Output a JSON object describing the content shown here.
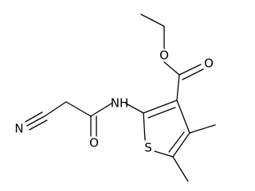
{
  "molecule": {
    "name": "",
    "atoms": {
      "o_ether": "O",
      "o_carbonyl": "O",
      "nh": "NH",
      "s": "S",
      "o_amide": "O",
      "n_nitrile": "N"
    }
  }
}
